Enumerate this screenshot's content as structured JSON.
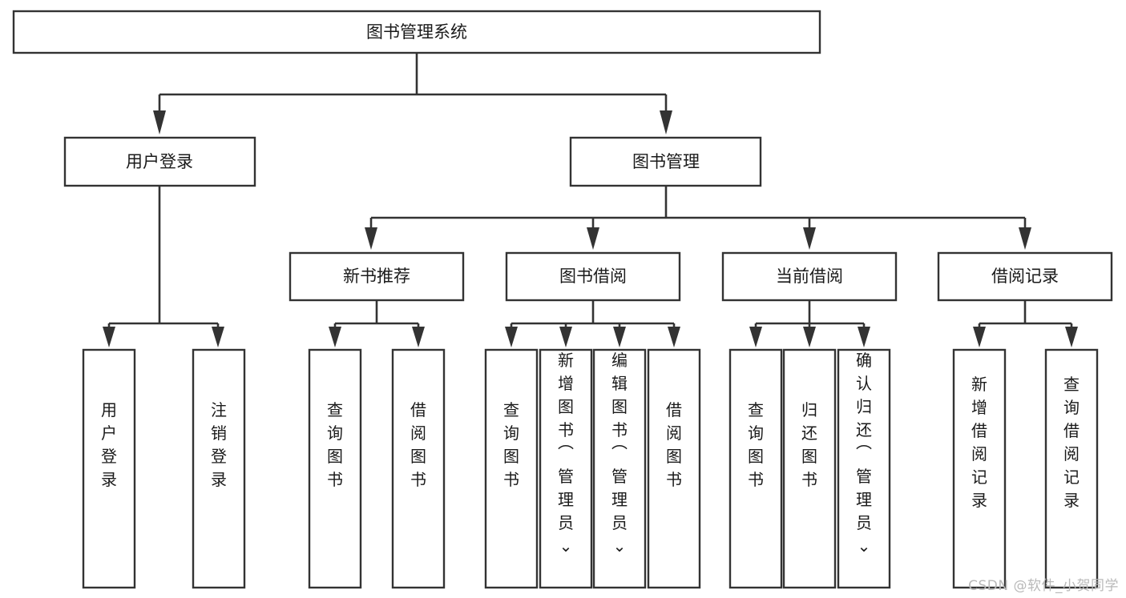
{
  "diagram": {
    "title": "图书管理系统",
    "type": "functional-structure-tree",
    "watermark": "CSDN @软件_小贺同学",
    "colors": {
      "background": "#ffffff",
      "box_stroke": "#333333",
      "box_fill": "#ffffff",
      "line": "#333333",
      "text": "#1a1a1a",
      "watermark_text": "#b9b9b9"
    },
    "levels": {
      "root": {
        "label": "图书管理系统"
      },
      "level2": [
        {
          "label": "用户登录"
        },
        {
          "label": "图书管理"
        }
      ],
      "level3": [
        {
          "label": "新书推荐"
        },
        {
          "label": "图书借阅"
        },
        {
          "label": "当前借阅"
        },
        {
          "label": "借阅记录"
        }
      ],
      "leaves": {
        "under_user_login": [
          {
            "label": "用户登录"
          },
          {
            "label": "注销登录"
          }
        ],
        "under_new_book_recommend": [
          {
            "label": "查询图书"
          },
          {
            "label": "借阅图书"
          }
        ],
        "under_book_borrow": [
          {
            "label": "查询图书"
          },
          {
            "label": "新增图书（管理员）"
          },
          {
            "label": "编辑图书（管理员）"
          },
          {
            "label": "借阅图书"
          }
        ],
        "under_current_borrow": [
          {
            "label": "查询图书"
          },
          {
            "label": "归还图书"
          },
          {
            "label": "确认归还（管理员）"
          }
        ],
        "under_borrow_record": [
          {
            "label": "新增借阅记录"
          },
          {
            "label": "查询借阅记录"
          }
        ]
      }
    }
  }
}
